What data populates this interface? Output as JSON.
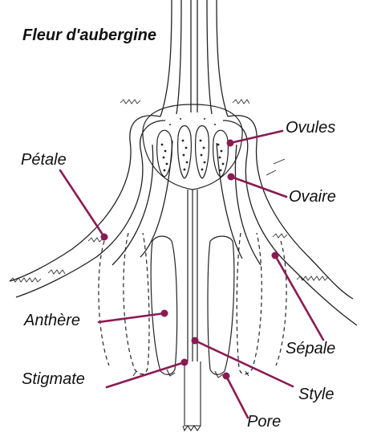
{
  "title": "Fleur d'aubergine",
  "labels": {
    "ovules": "Ovules",
    "petale": "Pétale",
    "ovaire": "Ovaire",
    "anthere": "Anthère",
    "sepale": "Sépale",
    "stigmate": "Stigmate",
    "style": "Style",
    "pore": "Pore"
  },
  "colors": {
    "leader": "#8b1a52",
    "ink": "#222222",
    "text": "#111111"
  }
}
